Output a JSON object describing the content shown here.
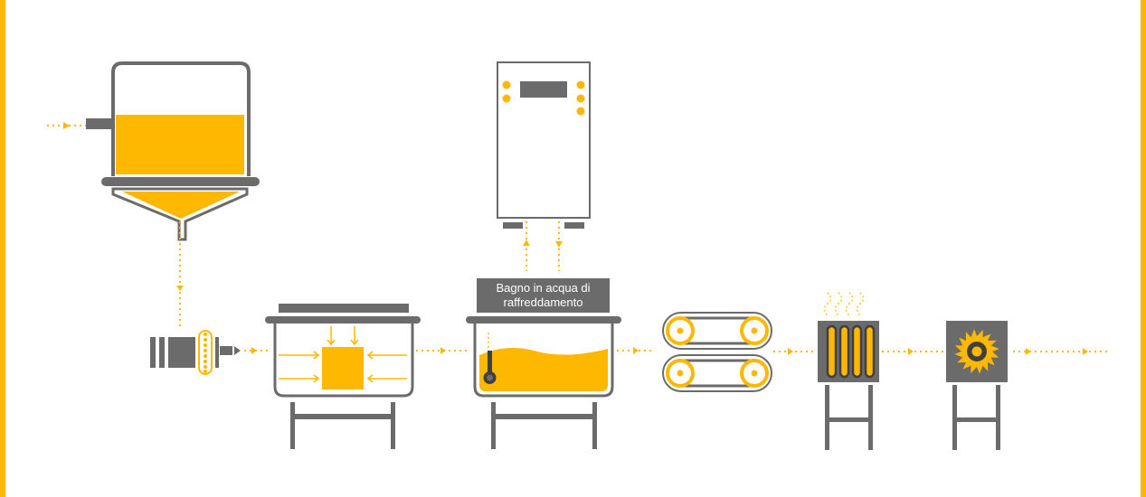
{
  "diagram": {
    "title": "Processo di produzione",
    "colors": {
      "accent": "#FFB800",
      "machine": "#6b6b6b",
      "dark": "#3f3f3f",
      "background": "#ffffff"
    },
    "stations": [
      {
        "id": "hopper",
        "icon": "hopper-tank-icon"
      },
      {
        "id": "extruder",
        "icon": "extruder-icon"
      },
      {
        "id": "mold-press",
        "icon": "mold-press-icon"
      },
      {
        "id": "chiller",
        "icon": "chiller-unit-icon"
      },
      {
        "id": "cooling-bath",
        "icon": "cooling-bath-icon",
        "label": "Bagno in acqua di raffreddamento"
      },
      {
        "id": "puller",
        "icon": "belt-puller-icon"
      },
      {
        "id": "heater",
        "icon": "heater-icon"
      },
      {
        "id": "cutter",
        "icon": "saw-cutter-icon"
      }
    ]
  }
}
